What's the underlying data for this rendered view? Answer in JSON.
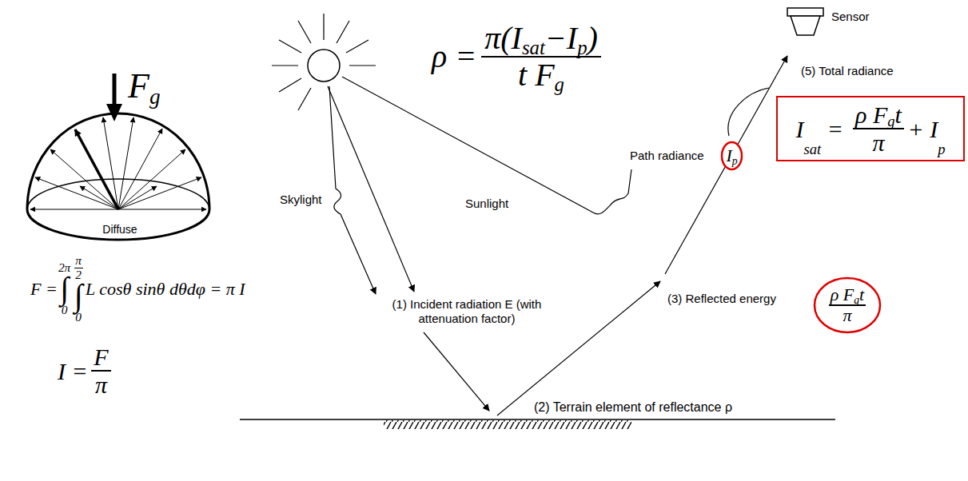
{
  "diagram": {
    "nodes": [
      {
        "text": [
          "I",
          "sat",
          "=",
          "ρ F",
          "g",
          "t",
          "π",
          "+ I",
          "p"
        ]
      },
      {
        "text": [
          "I",
          "p"
        ]
      },
      {
        "text": [
          "ρ F",
          "g",
          "t",
          "π"
        ]
      }
    ],
    "labels": [
      "F",
      "g",
      "Diffuse",
      "F =",
      "2π",
      "∫",
      "0",
      "π",
      "2",
      "∫",
      "0",
      "L cosθ sinθ dθdφ = π I",
      "I =",
      "F",
      "π",
      "ρ =",
      "π(I",
      "sat",
      "−I",
      "p",
      ")",
      "t F",
      "g",
      "Sensor",
      "(5) Total radiance",
      "Path radiance",
      "Skylight",
      "Sunlight",
      "(1) Incident radiation E (with attenuation factor)",
      "(3) Reflected energy",
      "(2) Terrain element of reflectance ρ"
    ]
  }
}
